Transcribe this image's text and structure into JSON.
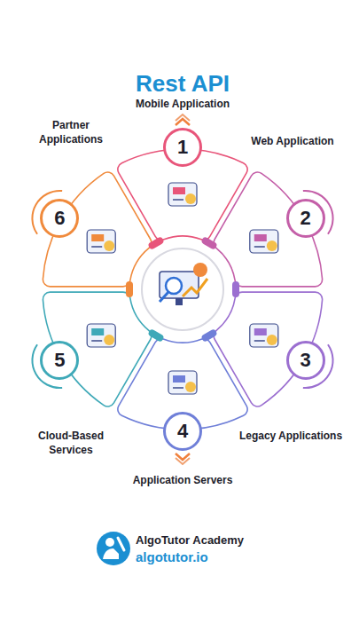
{
  "diagram": {
    "title": "Rest API",
    "nodes": [
      {
        "text": [
          "1"
        ]
      },
      {
        "text": [
          "2"
        ]
      },
      {
        "text": [
          "3"
        ]
      },
      {
        "text": [
          "4"
        ]
      },
      {
        "text": [
          "5"
        ]
      },
      {
        "text": [
          "6"
        ]
      }
    ],
    "labels": [
      "Mobile Application",
      "Partner Applications",
      "Web Application",
      "Cloud-Based Services",
      "Legacy Applications",
      "Application Servers",
      "AlgoTutor Academy",
      "algotutor.io"
    ]
  }
}
